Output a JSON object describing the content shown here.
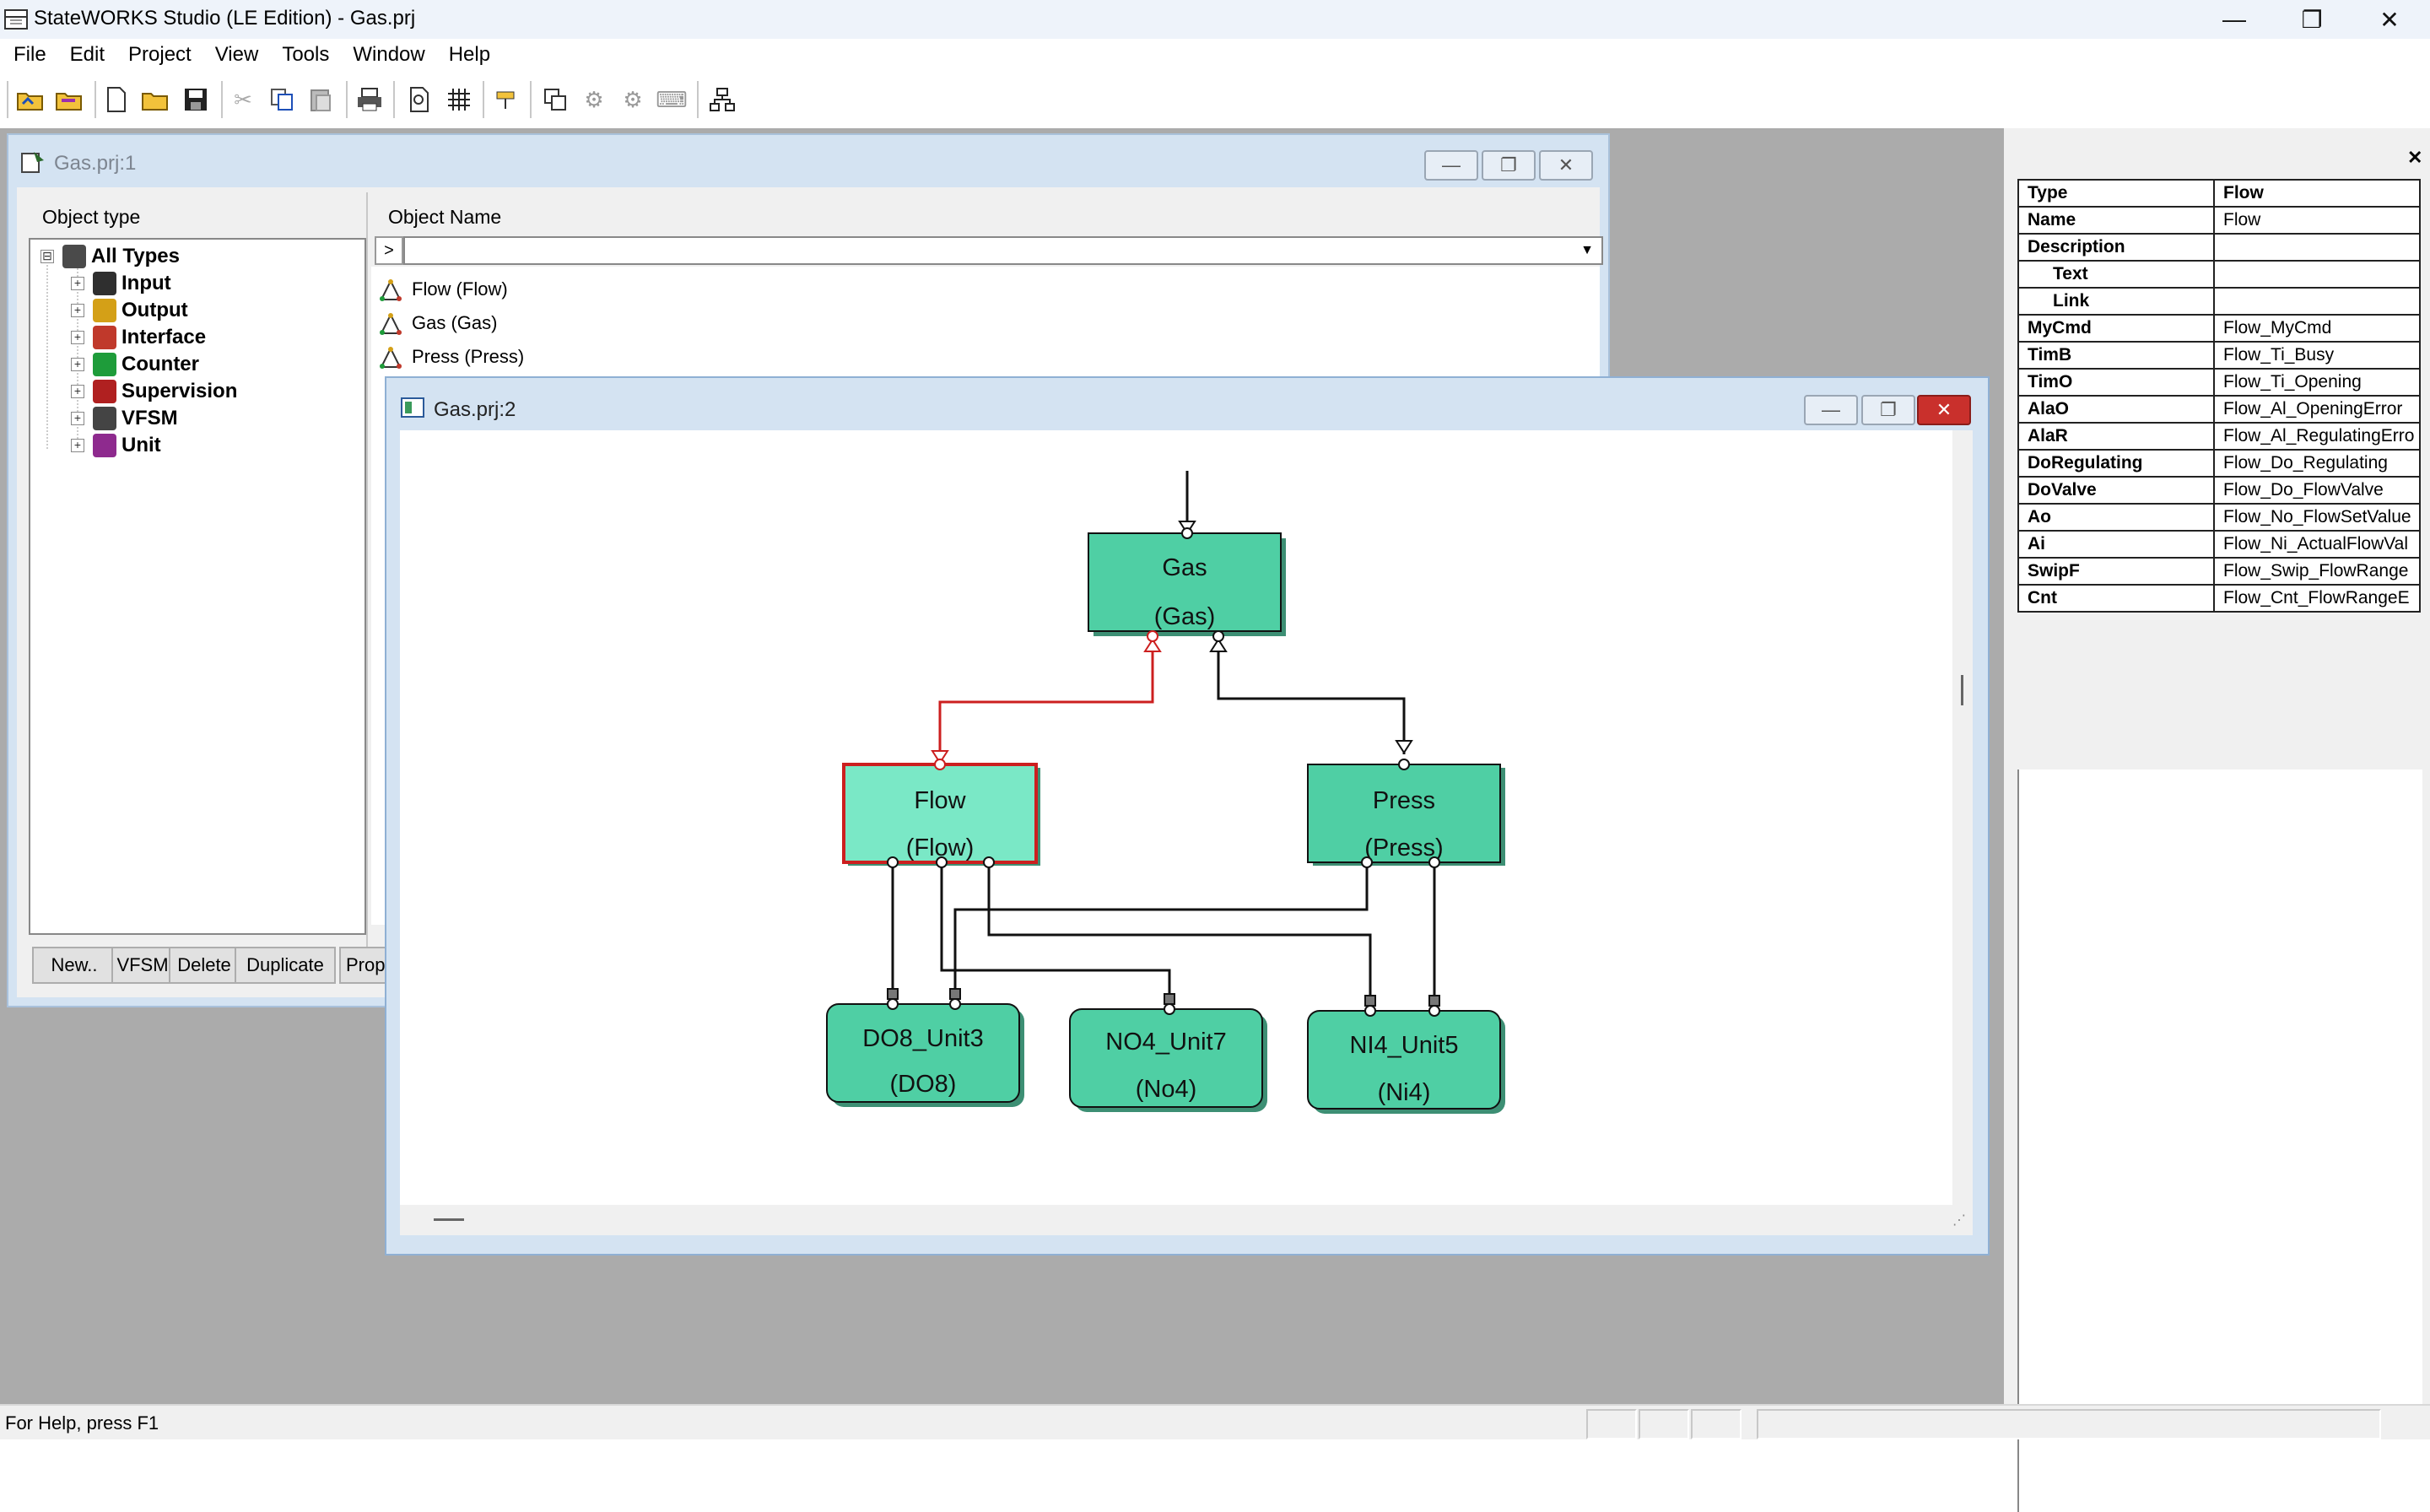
{
  "app": {
    "title": "StateWORKS Studio (LE Edition) - Gas.prj",
    "controls": {
      "minimize": "—",
      "restore": "❐",
      "close": "✕"
    }
  },
  "menu": [
    "File",
    "Edit",
    "Project",
    "View",
    "Tools",
    "Window",
    "Help"
  ],
  "toolbar": {
    "icons": [
      "open-project-icon",
      "open-project-alt-icon",
      "new-file-icon",
      "open-folder-icon",
      "save-icon",
      "cut-icon",
      "copy-icon",
      "paste-icon",
      "print-icon",
      "print-preview-icon",
      "grid-icon",
      "find-icon",
      "cascade-icon",
      "tile-a-icon",
      "tile-b-icon",
      "tile-c-icon",
      "hierarchy-icon"
    ]
  },
  "window1": {
    "title": "Gas.prj:1",
    "col_object_type": "Object type",
    "col_object_name": "Object Name",
    "tree": [
      {
        "label": "All Types",
        "sign": "⊟",
        "color": "#4a4a4a"
      },
      {
        "label": "Input",
        "sign": "+",
        "color": "#2f2f2f"
      },
      {
        "label": "Output",
        "sign": "+",
        "color": "#d4a017"
      },
      {
        "label": "Interface",
        "sign": "+",
        "color": "#c0392b"
      },
      {
        "label": "Counter",
        "sign": "+",
        "color": "#1e9c3a"
      },
      {
        "label": "Supervision",
        "sign": "+",
        "color": "#b02020"
      },
      {
        "label": "VFSM",
        "sign": "+",
        "color": "#444444"
      },
      {
        "label": "Unit",
        "sign": "+",
        "color": "#8e2a8e"
      }
    ],
    "filter_arrow": ">",
    "objects": [
      "Flow (Flow)",
      "Gas (Gas)",
      "Press (Press)"
    ],
    "buttons": {
      "new": "New..",
      "vfsm": "VFSM",
      "delete": "Delete",
      "duplicate": "Duplicate",
      "properties": "Prop"
    }
  },
  "window2": {
    "title": "Gas.prj:2",
    "diagram": {
      "node_color": "#4fcfa4",
      "selected_color": "#7ae8c6",
      "selected_border": "#cc1f1f",
      "nodes": [
        {
          "id": "gas",
          "name": "Gas",
          "type": "(Gas)"
        },
        {
          "id": "flow",
          "name": "Flow",
          "type": "(Flow)",
          "selected": true
        },
        {
          "id": "press",
          "name": "Press",
          "type": "(Press)"
        },
        {
          "id": "do8",
          "name": "DO8_Unit3",
          "type": "(DO8)"
        },
        {
          "id": "no4",
          "name": "NO4_Unit7",
          "type": "(No4)"
        },
        {
          "id": "ni4",
          "name": "NI4_Unit5",
          "type": "(Ni4)"
        }
      ]
    }
  },
  "properties": {
    "close": "✕",
    "header": {
      "key": "Type",
      "value": "Flow"
    },
    "rows": [
      {
        "key": "Name",
        "value": "Flow"
      },
      {
        "key": "Description",
        "value": ""
      },
      {
        "key": "Text",
        "value": "",
        "sub": true
      },
      {
        "key": "Link",
        "value": "",
        "sub": true
      },
      {
        "key": "MyCmd",
        "value": "Flow_MyCmd"
      },
      {
        "key": "TimB",
        "value": "Flow_Ti_Busy"
      },
      {
        "key": "TimO",
        "value": "Flow_Ti_Opening"
      },
      {
        "key": "AlaO",
        "value": "Flow_Al_OpeningError"
      },
      {
        "key": "AlaR",
        "value": "Flow_Al_RegulatingErro"
      },
      {
        "key": "DoRegulating",
        "value": "Flow_Do_Regulating"
      },
      {
        "key": "DoValve",
        "value": "Flow_Do_FlowValve"
      },
      {
        "key": "Ao",
        "value": "Flow_No_FlowSetValue"
      },
      {
        "key": "Ai",
        "value": "Flow_Ni_ActualFlowVal"
      },
      {
        "key": "SwipF",
        "value": "Flow_Swip_FlowRange"
      },
      {
        "key": "Cnt",
        "value": "Flow_Cnt_FlowRangeE"
      }
    ]
  },
  "status": {
    "text": "For Help, press F1"
  }
}
